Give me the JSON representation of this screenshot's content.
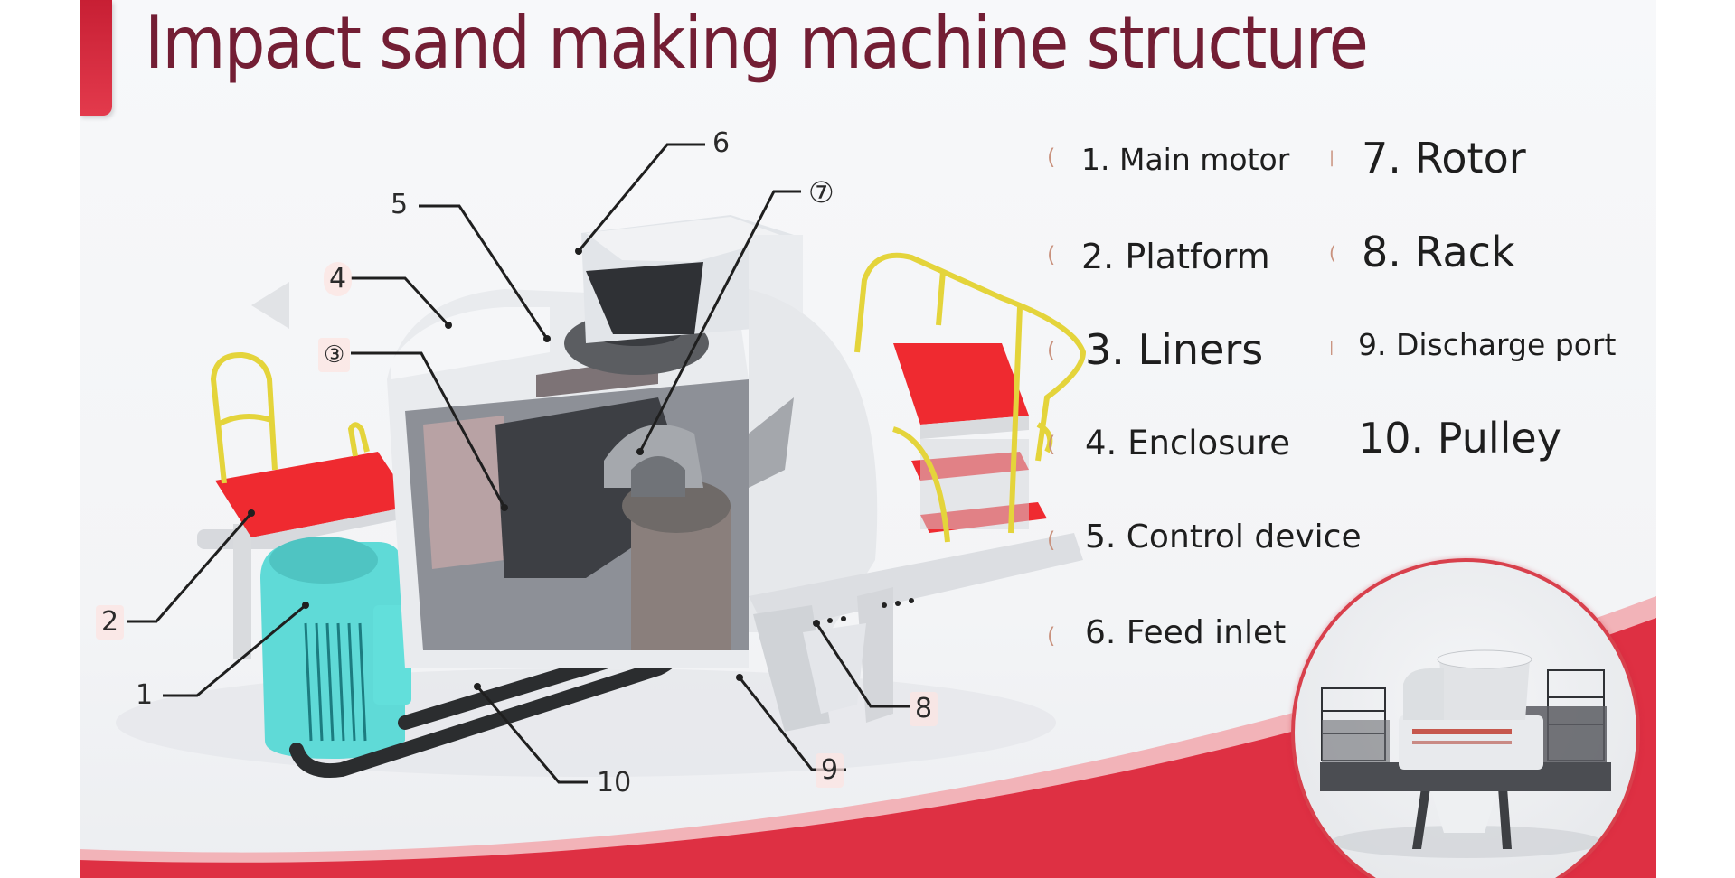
{
  "slide": {
    "title": "Impact sand making machine structure",
    "colors": {
      "title": "#731e34",
      "accent_red": "#e0303f",
      "accent_pink": "#f1a9b0",
      "platform_red": "#f0262e",
      "railing_yellow": "#e9d63a",
      "motor_teal": "#5fdad7",
      "machine_grey": "#d6d9de",
      "legend_text": "#1e1e1e"
    }
  },
  "diagram": {
    "callouts": [
      {
        "id": "1",
        "label": "1"
      },
      {
        "id": "2",
        "label": "2"
      },
      {
        "id": "3",
        "label": "③"
      },
      {
        "id": "4",
        "label": "4"
      },
      {
        "id": "5",
        "label": "5"
      },
      {
        "id": "6",
        "label": "6"
      },
      {
        "id": "7",
        "label": "⑦"
      },
      {
        "id": "8",
        "label": "8"
      },
      {
        "id": "9",
        "label": "9"
      },
      {
        "id": "10",
        "label": "10"
      }
    ]
  },
  "legend": {
    "left_column": [
      {
        "text": "1. Main motor"
      },
      {
        "text": "2. Platform"
      },
      {
        "text": "3. Liners"
      },
      {
        "text": "4. Enclosure"
      },
      {
        "text": "5. Control device"
      },
      {
        "text": "6. Feed inlet"
      }
    ],
    "right_column": [
      {
        "text": "7. Rotor"
      },
      {
        "text": "8. Rack"
      },
      {
        "text": "9. Discharge port"
      },
      {
        "text": "10. Pulley"
      }
    ]
  },
  "photo": {
    "alt": "Vertical shaft impact sand making machine product photo"
  }
}
